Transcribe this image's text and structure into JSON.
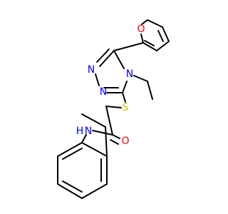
{
  "molecule": {
    "atoms": {
      "furan_o": {
        "symbol": "O",
        "color": "#ff0000"
      },
      "triazole_n1": {
        "symbol": "N",
        "color": "#0000ff"
      },
      "triazole_n2": {
        "symbol": "N",
        "color": "#0000ff"
      },
      "triazole_n4": {
        "symbol": "N",
        "color": "#0000ff"
      },
      "sulfur": {
        "symbol": "S",
        "color": "#cccc00"
      },
      "amide_o": {
        "symbol": "O",
        "color": "#ff0000"
      },
      "amide_n": {
        "symbol": "N",
        "color": "#0000ff"
      },
      "amide_h": {
        "symbol": "H",
        "color": "#0000ff"
      }
    },
    "bond_color": "#000000"
  }
}
